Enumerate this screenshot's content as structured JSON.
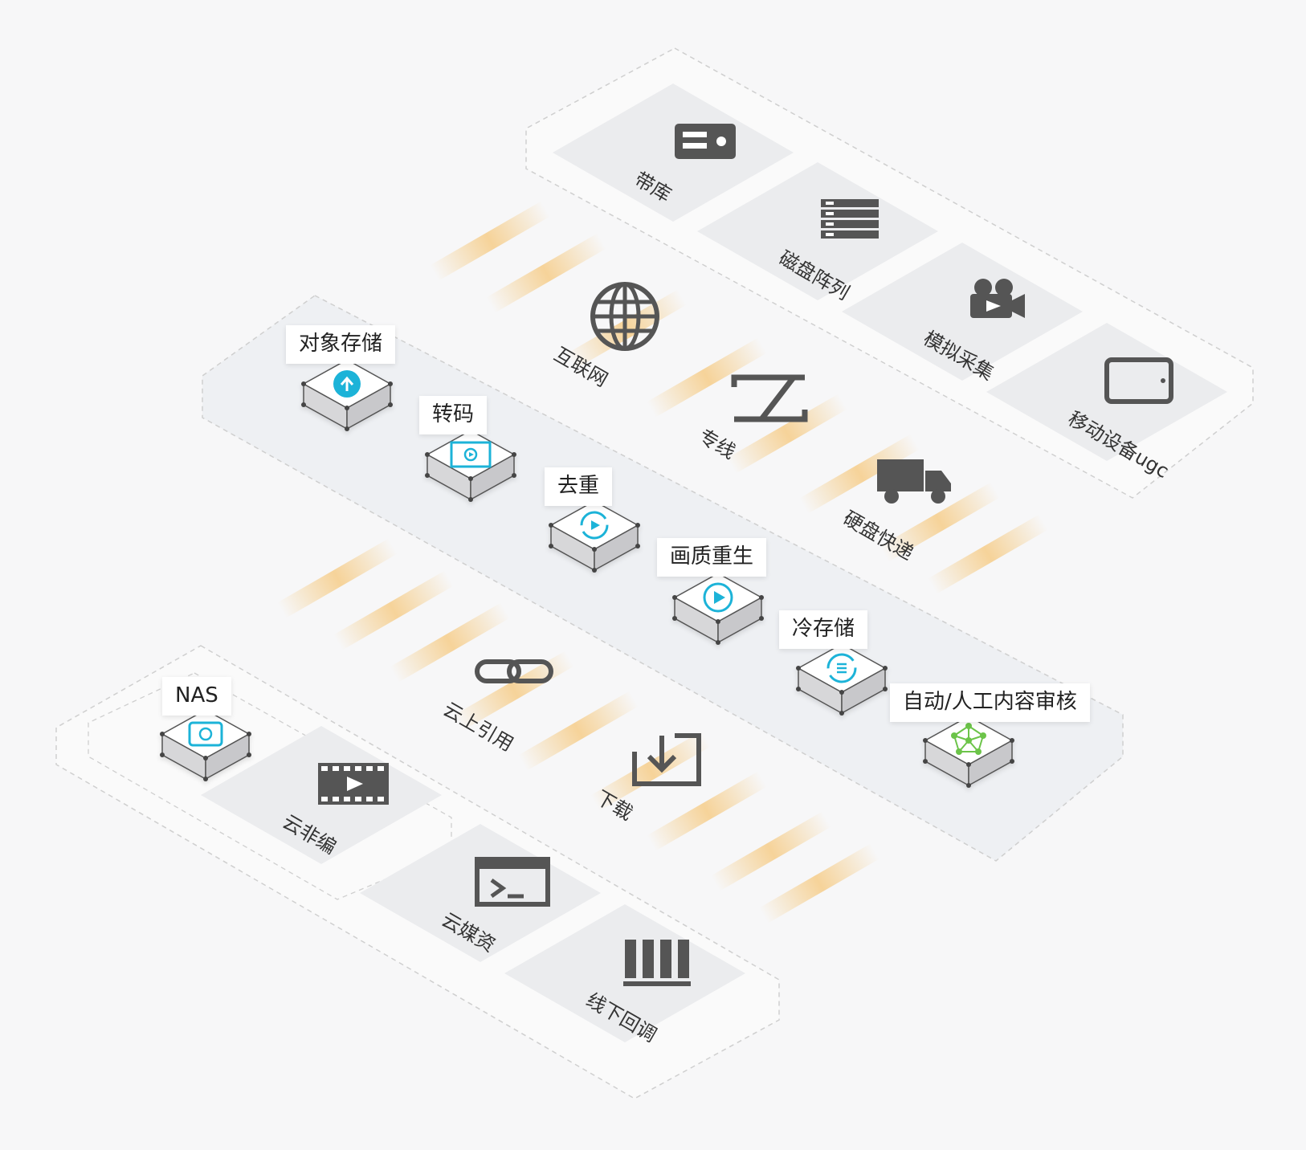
{
  "sources": {
    "items": [
      {
        "label": "带库",
        "icon": "tape-library-icon"
      },
      {
        "label": "磁盘阵列",
        "icon": "disk-array-icon"
      },
      {
        "label": "模拟采集",
        "icon": "video-camera-icon"
      },
      {
        "label": "移动设备ugc",
        "icon": "tablet-icon"
      }
    ]
  },
  "transfer_in": {
    "items": [
      {
        "label": "互联网",
        "icon": "globe-icon"
      },
      {
        "label": "专线",
        "icon": "transfer-arrows-icon"
      },
      {
        "label": "硬盘快递",
        "icon": "truck-icon"
      }
    ]
  },
  "processing": {
    "nodes": [
      {
        "label": "对象存储",
        "icon": "upload-icon"
      },
      {
        "label": "转码",
        "icon": "video-frame-icon"
      },
      {
        "label": "去重",
        "icon": "refresh-play-icon"
      },
      {
        "label": "画质重生",
        "icon": "play-circle-icon"
      },
      {
        "label": "冷存储",
        "icon": "refresh-list-icon"
      },
      {
        "label": "自动/人工内容审核",
        "icon": "network-nodes-icon"
      }
    ]
  },
  "transfer_out": {
    "items": [
      {
        "label": "云上引用",
        "icon": "link-icon"
      },
      {
        "label": "下载",
        "icon": "download-icon"
      }
    ]
  },
  "targets": {
    "nas_label": "NAS",
    "nas_icon": "nas-icon",
    "items": [
      {
        "label": "云非编",
        "icon": "film-strip-icon"
      },
      {
        "label": "云媒资",
        "icon": "terminal-window-icon"
      },
      {
        "label": "线下回调",
        "icon": "server-rack-icon"
      }
    ]
  },
  "colors": {
    "background": "#f7f7f8",
    "tile": "#ebecee",
    "icon_gray": "#555555",
    "accent_cyan": "#1fb3d8",
    "accent_green": "#6cc44a",
    "stripe_orange": "#f5c77a",
    "border_dash": "#c9c9c9"
  }
}
